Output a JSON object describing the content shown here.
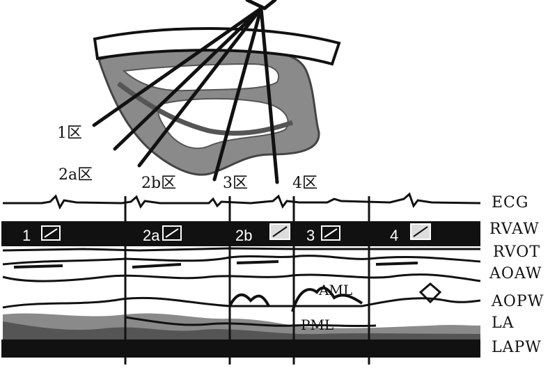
{
  "figure": {
    "zone_labels": [
      "1区",
      "2a区",
      "2b区",
      "3区",
      "4区"
    ],
    "band_labels": [
      "1",
      "2a",
      "2b",
      "3",
      "4"
    ],
    "band_icon": "echo-window-icon",
    "trace_labels": [
      "ECG",
      "RVAW",
      "RVOT",
      "AOAW",
      "AOPW",
      "LA",
      "LAPW"
    ],
    "valve_labels": {
      "anterior": "AML",
      "posterior": "PML"
    },
    "colors": {
      "ink": "#111111",
      "tissue_dark": "#555555",
      "tissue_mid": "#8a8a8a",
      "paper": "#ffffff"
    }
  }
}
